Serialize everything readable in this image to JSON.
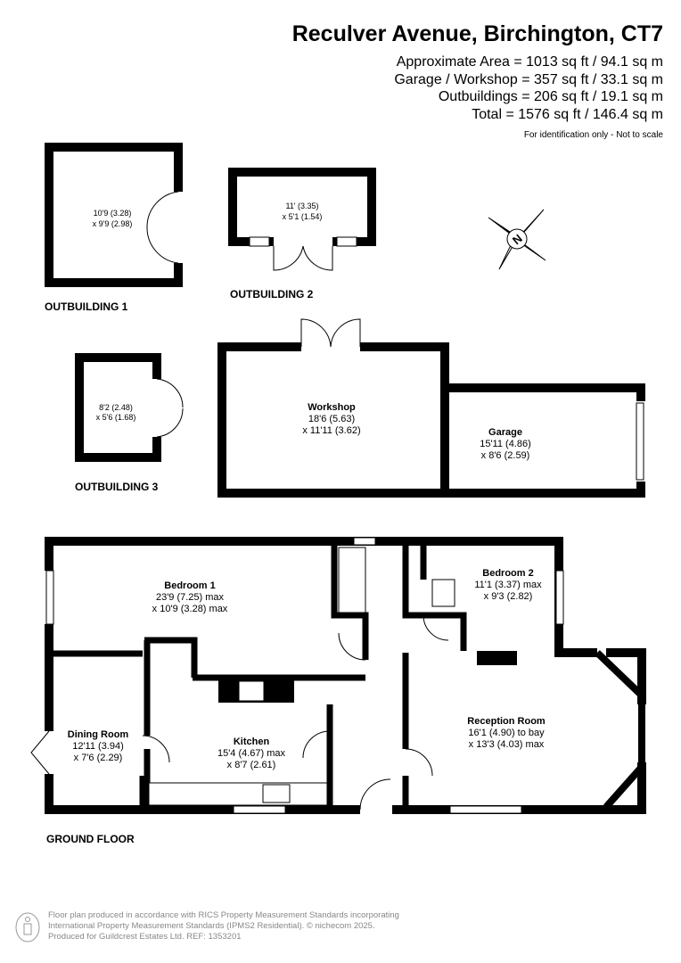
{
  "header": {
    "title": "Reculver Avenue, Birchington, CT7",
    "areas": [
      "Approximate Area = 1013 sq ft / 94.1 sq m",
      "Garage / Workshop = 357 sq ft / 33.1 sq m",
      "Outbuildings = 206 sq ft / 19.1 sq m",
      "Total = 1576 sq ft / 146.4 sq m"
    ],
    "note": "For identification only - Not to scale"
  },
  "outbuildings": {
    "ob1": {
      "caption": "OUTBUILDING 1",
      "dim1": "10'9 (3.28)",
      "dim2": "x 9'9 (2.98)"
    },
    "ob2": {
      "caption": "OUTBUILDING 2",
      "dim1": "11' (3.35)",
      "dim2": "x 5'1 (1.54)"
    },
    "ob3": {
      "caption": "OUTBUILDING 3",
      "dim1": "8'2 (2.48)",
      "dim2": "x 5'6 (1.68)"
    }
  },
  "workshop": {
    "name": "Workshop",
    "dim1": "18'6 (5.63)",
    "dim2": "x 11'11 (3.62)"
  },
  "garage": {
    "name": "Garage",
    "dim1": "15'11 (4.86)",
    "dim2": "x 8'6 (2.59)"
  },
  "ground_floor": {
    "caption": "GROUND FLOOR",
    "rooms": {
      "bedroom1": {
        "name": "Bedroom 1",
        "dim1": "23'9 (7.25) max",
        "dim2": "x 10'9 (3.28) max"
      },
      "bedroom2": {
        "name": "Bedroom 2",
        "dim1": "11'1 (3.37) max",
        "dim2": "x 9'3 (2.82)"
      },
      "reception": {
        "name": "Reception Room",
        "dim1": "16'1 (4.90) to bay",
        "dim2": "x 13'3 (4.03) max"
      },
      "dining": {
        "name": "Dining Room",
        "dim1": "12'11 (3.94)",
        "dim2": "x 7'6 (2.29)"
      },
      "kitchen": {
        "name": "Kitchen",
        "dim1": "15'4 (4.67) max",
        "dim2": "x 8'7 (2.61)"
      }
    }
  },
  "compass": {
    "label": "N"
  },
  "footer": {
    "lines": [
      "Floor plan produced in accordance with RICS Property Measurement Standards incorporating",
      "International Property Measurement Standards (IPMS2 Residential).   © nichecom 2025.",
      "Produced for Guildcrest Estates Ltd.   REF:  1353201"
    ]
  }
}
